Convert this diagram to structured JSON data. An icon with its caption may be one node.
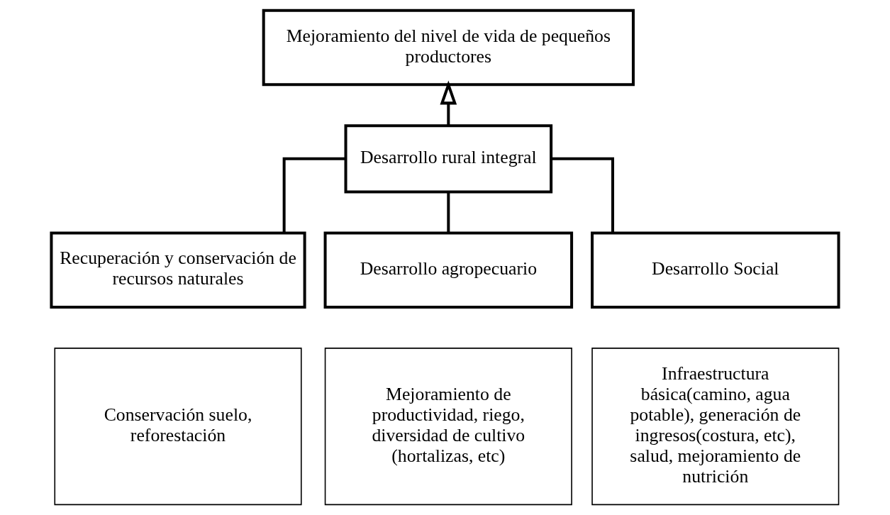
{
  "diagram": {
    "nodes": [
      {
        "text": [
          "Mejoramiento del nivel de vida de pequeños productores"
        ]
      },
      {
        "text": [
          "Desarrollo rural integral"
        ]
      },
      {
        "text": [
          "Recuperación y conservación de recursos naturales"
        ]
      },
      {
        "text": [
          "Desarrollo agropecuario"
        ]
      },
      {
        "text": [
          "Desarrollo Social"
        ]
      },
      {
        "text": [
          "Conservación suelo, reforestación"
        ]
      },
      {
        "text": [
          "Mejoramiento de productividad, riego, diversidad de cultivo (hortalizas, etc)"
        ]
      },
      {
        "text": [
          "Infraestructura básica(camino, agua potable), generación de ingresos(costura, etc), salud, mejoramiento de nutrición"
        ]
      }
    ],
    "edges": [
      {
        "from": 1,
        "to": 0,
        "arrow": "to"
      },
      {
        "from": 1,
        "to": 2,
        "arrow": "none"
      },
      {
        "from": 1,
        "to": 3,
        "arrow": "none"
      },
      {
        "from": 1,
        "to": 4,
        "arrow": "none"
      }
    ]
  }
}
